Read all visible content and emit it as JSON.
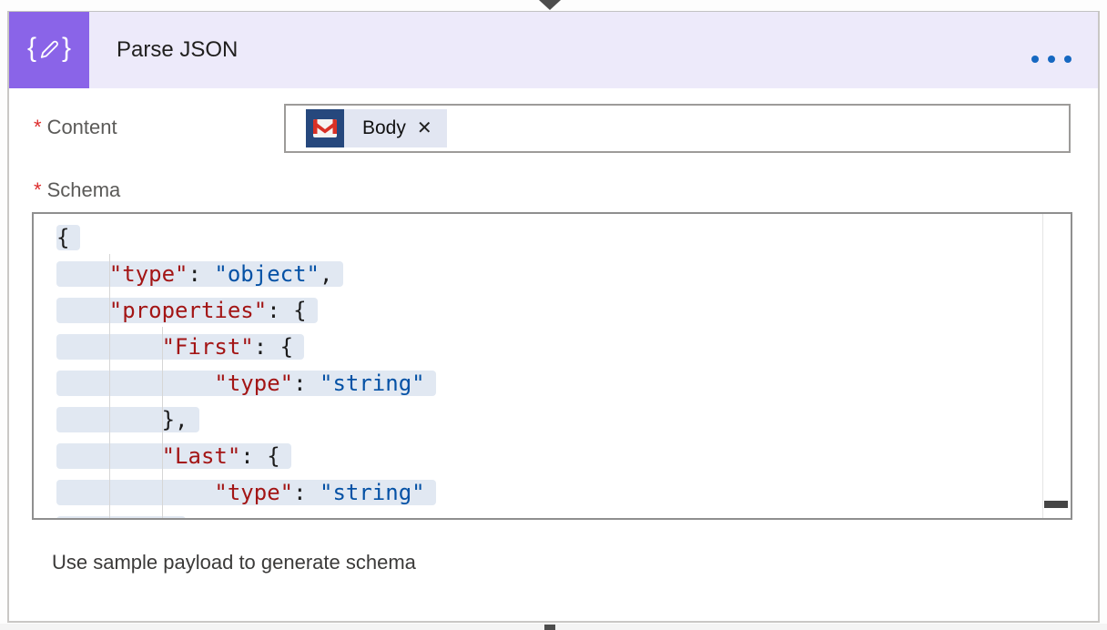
{
  "header": {
    "title": "Parse JSON",
    "icon_left_brace": "{",
    "icon_right_brace": "}",
    "menu_icon": "ellipsis-horizontal-dots"
  },
  "content_field": {
    "required_marker": "*",
    "label": "Content",
    "token": {
      "connector_icon": "gmail-icon",
      "label": "Body",
      "remove_glyph": "✕"
    }
  },
  "schema_field": {
    "required_marker": "*",
    "label": "Schema"
  },
  "schema_editor": {
    "language": "json",
    "lines": [
      {
        "segs": [
          {
            "t": "{",
            "c": "plain"
          }
        ]
      },
      {
        "segs": [
          {
            "t": "    ",
            "c": "plain"
          },
          {
            "t": "\"type\"",
            "c": "key"
          },
          {
            "t": ": ",
            "c": "plain"
          },
          {
            "t": "\"object\"",
            "c": "str"
          },
          {
            "t": ",",
            "c": "plain"
          }
        ]
      },
      {
        "segs": [
          {
            "t": "    ",
            "c": "plain"
          },
          {
            "t": "\"properties\"",
            "c": "key"
          },
          {
            "t": ": {",
            "c": "plain"
          }
        ]
      },
      {
        "segs": [
          {
            "t": "        ",
            "c": "plain"
          },
          {
            "t": "\"First\"",
            "c": "key"
          },
          {
            "t": ": {",
            "c": "plain"
          }
        ]
      },
      {
        "segs": [
          {
            "t": "            ",
            "c": "plain"
          },
          {
            "t": "\"type\"",
            "c": "key"
          },
          {
            "t": ": ",
            "c": "plain"
          },
          {
            "t": "\"string\"",
            "c": "str"
          }
        ]
      },
      {
        "segs": [
          {
            "t": "        },",
            "c": "plain"
          }
        ]
      },
      {
        "segs": [
          {
            "t": "        ",
            "c": "plain"
          },
          {
            "t": "\"Last\"",
            "c": "key"
          },
          {
            "t": ": {",
            "c": "plain"
          }
        ]
      },
      {
        "segs": [
          {
            "t": "            ",
            "c": "plain"
          },
          {
            "t": "\"type\"",
            "c": "key"
          },
          {
            "t": ": ",
            "c": "plain"
          },
          {
            "t": "\"string\"",
            "c": "str"
          }
        ]
      },
      {
        "segs": [
          {
            "t": "        }",
            "c": "plain"
          }
        ]
      }
    ]
  },
  "footer": {
    "link_label": "Use sample payload to generate schema"
  },
  "colors": {
    "action_accent": "#8a64e8",
    "header_bg": "#edeafa",
    "menu_dots": "#1668c1",
    "token_icon_bg": "#26487d",
    "token_label_bg": "#e2e6f2",
    "code_key": "#a31515",
    "code_string": "#0451a5",
    "selection_bg": "#e1e8f2",
    "required_red": "#dd2c2c"
  }
}
